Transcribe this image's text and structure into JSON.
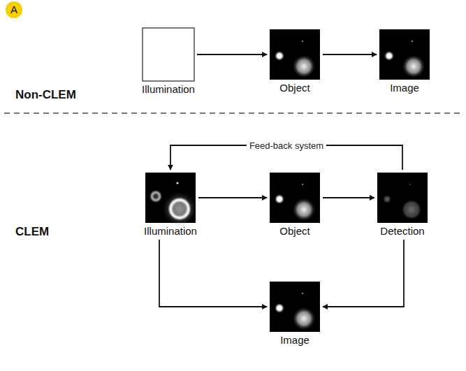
{
  "diagram": {
    "nodes": [
      {
        "text": [
          "Illumination"
        ]
      },
      {
        "text": [
          "Object"
        ]
      },
      {
        "text": [
          "Image"
        ]
      },
      {
        "text": [
          "Illumination"
        ]
      },
      {
        "text": [
          "Object"
        ]
      },
      {
        "text": [
          "Detection"
        ]
      },
      {
        "text": [
          "Image"
        ]
      }
    ],
    "edges": [
      {
        "from": 0,
        "to": 1,
        "arrow": "to"
      },
      {
        "from": 1,
        "to": 2,
        "arrow": "to"
      },
      {
        "from": 3,
        "to": 4,
        "arrow": "to"
      },
      {
        "from": 4,
        "to": 5,
        "arrow": "to"
      },
      {
        "from": 5,
        "to": 3,
        "label": "Feed-back system",
        "arrow": "to"
      },
      {
        "from": 3,
        "to": 6,
        "arrow": "to"
      },
      {
        "from": 5,
        "to": 6,
        "arrow": "to"
      }
    ],
    "labels": [
      "A",
      "Non-CLEM",
      "CLEM"
    ]
  }
}
